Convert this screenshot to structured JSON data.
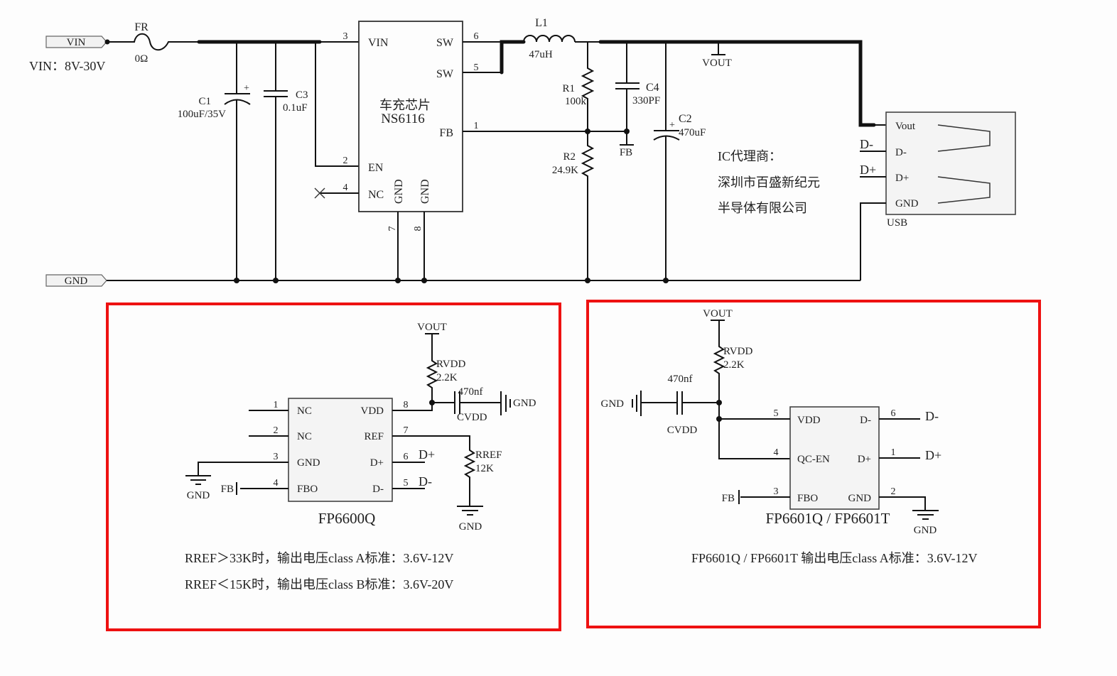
{
  "main": {
    "inputs": {
      "vin_tag": "VIN",
      "vin_range": "VIN：8V-30V",
      "gnd_tag": "GND"
    },
    "fuse": {
      "ref": "FR",
      "value": "0Ω"
    },
    "c1": {
      "ref": "C1",
      "value": "100uF/35V",
      "polarity": "+"
    },
    "c3": {
      "ref": "C3",
      "value": "0.1uF"
    },
    "ic": {
      "title": "车充芯片",
      "part": "NS6116",
      "pins": {
        "vin": "VIN",
        "sw1": "SW",
        "sw2": "SW",
        "fb": "FB",
        "en": "EN",
        "nc": "NC",
        "gnd1": "GND",
        "gnd2": "GND"
      },
      "pin_numbers": {
        "vin": "3",
        "sw1": "6",
        "sw2": "5",
        "fb": "1",
        "en": "2",
        "nc": "4",
        "gnd1": "7",
        "gnd2": "8"
      }
    },
    "l1": {
      "ref": "L1",
      "value": "47uH"
    },
    "r1": {
      "ref": "R1",
      "value": "100k"
    },
    "r2": {
      "ref": "R2",
      "value": "24.9K"
    },
    "c4": {
      "ref": "C4",
      "value": "330PF"
    },
    "fb_label": "FB",
    "c2": {
      "ref": "C2",
      "value": "470uF",
      "polarity": "+"
    },
    "vout_label": "VOUT",
    "agent": {
      "line1": "IC代理商：",
      "line2": "深圳市百盛新纪元",
      "line3": "半导体有限公司"
    },
    "usb": {
      "ref": "USB",
      "pins": [
        "Vout",
        "D-",
        "D+",
        "GND"
      ],
      "net_dm": "D-",
      "net_dp": "D+"
    }
  },
  "left_panel": {
    "vout": "VOUT",
    "rvdd": {
      "ref": "RVDD",
      "value": "2.2K"
    },
    "cvdd": {
      "ref": "CVDD",
      "value": "470nf"
    },
    "gnd": "GND",
    "rref": {
      "ref": "RREF",
      "value": "12K"
    },
    "ic_part": "FP6600Q",
    "left_pins": [
      {
        "num": "1",
        "name": "NC"
      },
      {
        "num": "2",
        "name": "NC"
      },
      {
        "num": "3",
        "name": "GND"
      },
      {
        "num": "4",
        "name": "FBO"
      }
    ],
    "right_pins": [
      {
        "num": "8",
        "name": "VDD"
      },
      {
        "num": "7",
        "name": "REF"
      },
      {
        "num": "6",
        "name": "D+"
      },
      {
        "num": "5",
        "name": "D-"
      }
    ],
    "net_dp": "D+",
    "net_dm": "D-",
    "fb": "FB",
    "gnd_left": "GND",
    "gnd_rref": "GND",
    "notes": [
      "RREF＞33K时，输出电压class A标准：3.6V-12V",
      "RREF＜15K时，输出电压class B标准：3.6V-20V"
    ]
  },
  "right_panel": {
    "vout": "VOUT",
    "rvdd": {
      "ref": "RVDD",
      "value": "2.2K"
    },
    "cvdd": {
      "ref": "CVDD",
      "value": "470nf"
    },
    "gnd_cap": "GND",
    "ic_part": "FP6601Q / FP6601T",
    "left_pins": [
      {
        "num": "5",
        "name": "VDD"
      },
      {
        "num": "4",
        "name": "QC-EN"
      },
      {
        "num": "3",
        "name": "FBO"
      }
    ],
    "right_pins": [
      {
        "num": "6",
        "name": "D-"
      },
      {
        "num": "1",
        "name": "D+"
      },
      {
        "num": "2",
        "name": "GND"
      }
    ],
    "net_dm": "D-",
    "net_dp": "D+",
    "fb": "FB",
    "gnd_out": "GND",
    "note": "FP6601Q / FP6601T 输出电压class A标准：3.6V-12V"
  },
  "colors": {
    "frame": "#ee1111",
    "wire": "#111111",
    "box_fill": "#f4f4f4"
  }
}
